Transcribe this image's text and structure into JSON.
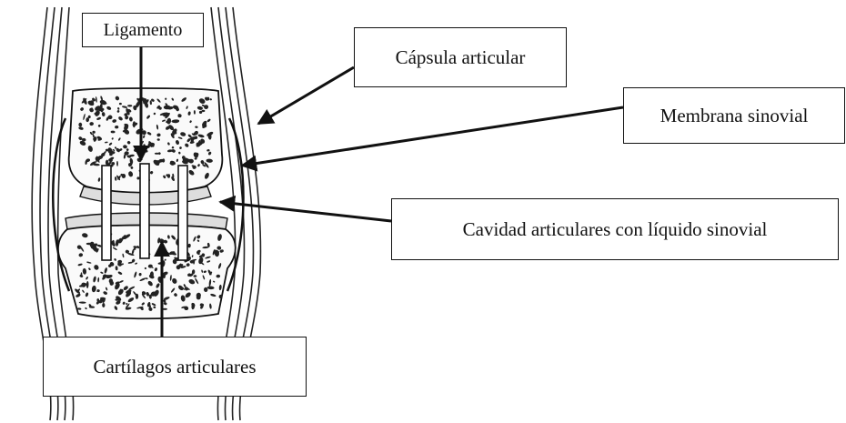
{
  "labels": {
    "ligamento": "Ligamento",
    "capsula": "Cápsula articular",
    "membrana": "Membrana sinovial",
    "cavidad": "Cavidad articulares con líquido sinovial",
    "cartilagos": "Cartílagos articulares"
  },
  "colors": {
    "ink": "#111111",
    "background": "#ffffff"
  }
}
